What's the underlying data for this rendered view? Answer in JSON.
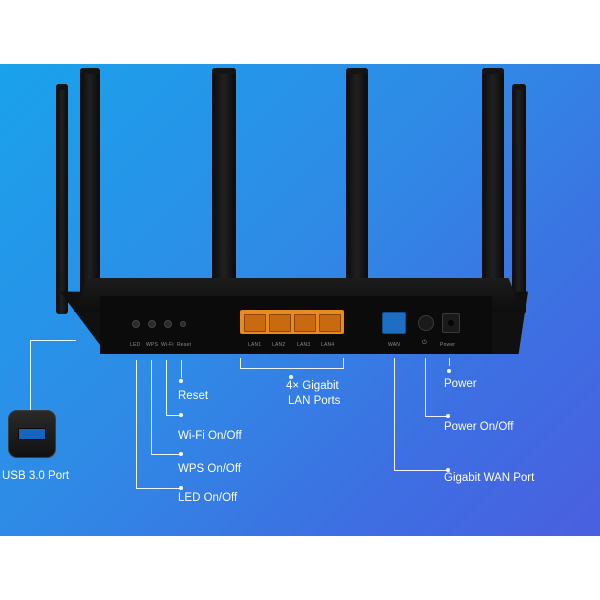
{
  "router": {
    "button_labels": [
      "LED",
      "WPS",
      "Wi-Fi",
      "Reset"
    ],
    "lan_port_labels": [
      "LAN1",
      "LAN2",
      "LAN3",
      "LAN4"
    ],
    "wan_label": "WAN",
    "power_symbol": "⏻",
    "power_label": "Power"
  },
  "callouts": {
    "reset": "Reset",
    "wifi": "Wi-Fi On/Off",
    "wps": "WPS On/Off",
    "led": "LED On/Off",
    "lan_line1": "4× Gigabit",
    "lan_line2": "LAN Ports",
    "power": "Power",
    "power_onoff": "Power On/Off",
    "wan": "Gigabit WAN Port",
    "usb": "USB 3.0 Port"
  },
  "colors": {
    "background_start": "#1aa2ec",
    "background_end": "#4a5fe0",
    "lan_ports": "#e88a1d",
    "wan_port": "#1e6fc4",
    "router_body": "#101010"
  },
  "icons": [
    "usb-icon",
    "power-icon"
  ]
}
